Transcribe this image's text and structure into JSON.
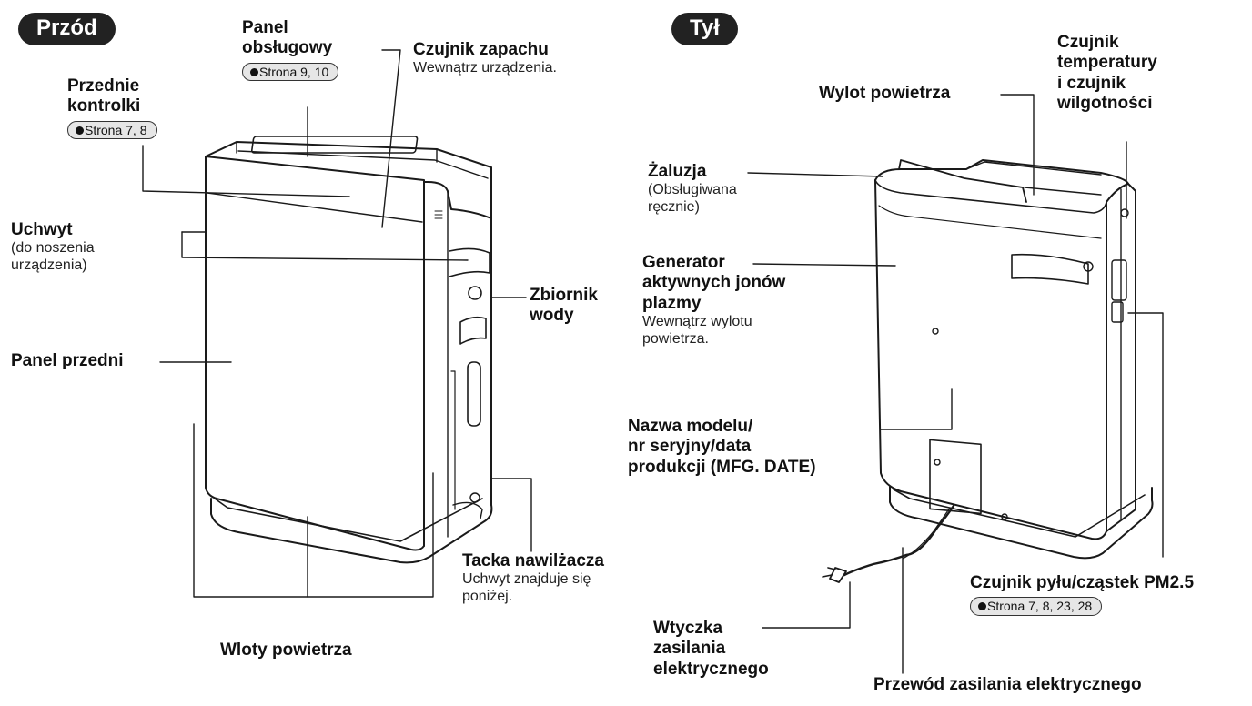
{
  "front": {
    "heading": "Przód",
    "labels": {
      "panel_obslugowy": {
        "lines": [
          "Panel",
          "obsługowy"
        ],
        "ref": "Strona 9, 10"
      },
      "czujnik_zapachu": {
        "title": "Czujnik zapachu",
        "note": "Wewnątrz urządzenia."
      },
      "przednie_kontrolki": {
        "lines": [
          "Przednie",
          "kontrolki"
        ],
        "ref": "Strona 7, 8"
      },
      "uchwyt": {
        "title": "Uchwyt",
        "note_lines": [
          "(do noszenia",
          "urządzenia)"
        ]
      },
      "zbiornik_wody": {
        "lines": [
          "Zbiornik",
          "wody"
        ]
      },
      "panel_przedni": {
        "title": "Panel przedni"
      },
      "tacka": {
        "title": "Tacka nawilżacza",
        "note_lines": [
          "Uchwyt znajduje się",
          "poniżej."
        ]
      },
      "wloty": {
        "title": "Wloty powietrza"
      }
    }
  },
  "back": {
    "heading": "Tył",
    "labels": {
      "wylot": {
        "title": "Wylot powietrza"
      },
      "czujnik_temp": {
        "lines": [
          "Czujnik",
          "temperatury",
          "i czujnik",
          "wilgotności"
        ]
      },
      "zaluzja": {
        "title": "Żaluzja",
        "note_lines": [
          "(Obsługiwana",
          "ręcznie)"
        ]
      },
      "generator": {
        "lines": [
          "Generator",
          "aktywnych jonów",
          "plazmy"
        ],
        "note_lines": [
          "Wewnątrz wylotu",
          "powietrza."
        ]
      },
      "nazwa_modelu": {
        "lines": [
          "Nazwa modelu/",
          "nr seryjny/data",
          "produkcji (MFG. DATE)"
        ]
      },
      "czujnik_pylu": {
        "title": "Czujnik pyłu/cząstek PM2.5",
        "ref": "Strona 7, 8, 23, 28"
      },
      "wtyczka": {
        "lines": [
          "Wtyczka",
          "zasilania",
          "elektrycznego"
        ]
      },
      "przewod": {
        "title": "Przewód zasilania elektrycznego"
      }
    }
  }
}
